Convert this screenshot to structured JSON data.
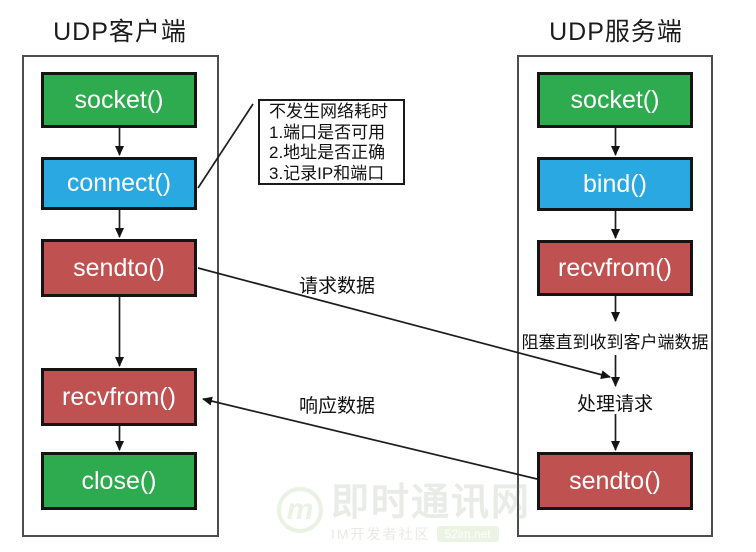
{
  "client": {
    "title": "UDP客户端",
    "boxes": [
      {
        "label": "socket()",
        "color": "green"
      },
      {
        "label": "connect()",
        "color": "blue"
      },
      {
        "label": "sendto()",
        "color": "red"
      },
      {
        "label": "recvfrom()",
        "color": "red"
      },
      {
        "label": "close()",
        "color": "green"
      }
    ]
  },
  "server": {
    "title": "UDP服务端",
    "boxes": [
      {
        "label": "socket()",
        "color": "green"
      },
      {
        "label": "bind()",
        "color": "blue"
      },
      {
        "label": "recvfrom()",
        "color": "red"
      },
      {
        "label": "sendto()",
        "color": "red"
      }
    ],
    "block_note": "阻塞直到收到客户端数据",
    "process_note": "处理请求"
  },
  "note": {
    "line1": "不发生网络耗时",
    "line2": "1.端口是否可用",
    "line3": "2.地址是否正确",
    "line4": "3.记录IP和端口"
  },
  "labels": {
    "request": "请求数据",
    "response": "响应数据"
  },
  "watermark": {
    "logo": "m",
    "title": "即时通讯网",
    "subtitle": "IM开发者社区",
    "badge": "52im.net"
  },
  "colors": {
    "green": "#2eab4f",
    "blue": "#29a8e1",
    "red": "#c05151"
  }
}
